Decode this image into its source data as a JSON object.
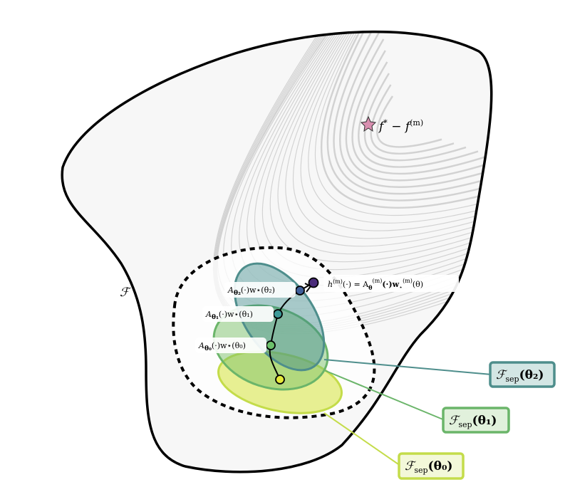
{
  "set_label": "ℱ",
  "optimum": {
    "base": "f",
    "sup1": "*",
    "minus": " − f",
    "sup2": "(m)"
  },
  "points": [
    {
      "name": "theta0",
      "label_base": "A",
      "label_sub": "θ₀",
      "label_rest": "(·)w⋆(θ₀)",
      "color": "#d6e33a"
    },
    {
      "name": "theta1",
      "label_base": "A",
      "label_sub": "θ₁",
      "label_rest": "(·)w⋆(θ₁)",
      "color": "#7cc26a"
    },
    {
      "name": "theta2",
      "label_base": "A",
      "label_sub": "θ₂",
      "label_rest": "(·)w⋆(θ₂)",
      "color": "#4b9a9a"
    }
  ],
  "h_label": {
    "lhs": "h",
    "lhs_sup": "(m)",
    "mid": "(·) = A",
    "sub": "θ",
    "sup": "(m)",
    "rest": "(·)w",
    "w_sub": "⋆",
    "w_sup": "(m)",
    "end": "(θ)"
  },
  "sep_labels": [
    {
      "script": "ℱ",
      "sub": "sep",
      "arg": "(θ₂)",
      "color": "#4e8e8c",
      "fill": "#d3e6e4"
    },
    {
      "script": "ℱ",
      "sub": "sep",
      "arg": "(θ₁)",
      "color": "#6bb56a",
      "fill": "#e1f1dc"
    },
    {
      "script": "ℱ",
      "sub": "sep",
      "arg": "(θ₀)",
      "color": "#c4dc4a",
      "fill": "#f3f8d9"
    }
  ],
  "colors": {
    "outline": "#000000",
    "contour": "#cfcfcf",
    "star": "#d98fb0",
    "path_end": "#4a2c7a",
    "path_mid": "#3f5f9a"
  }
}
